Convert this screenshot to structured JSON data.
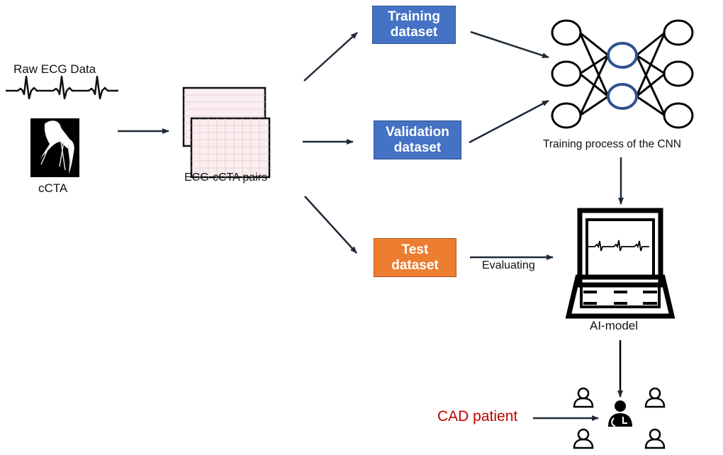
{
  "diagram": {
    "inputs": {
      "ecg_label": "Raw ECG Data",
      "ccta_label": "cCTA"
    },
    "pairs_label": "ECG-cCTA pairs",
    "datasets": {
      "training": {
        "line1": "Training",
        "line2": "dataset",
        "color": "#4472c4"
      },
      "validation": {
        "line1": "Validation",
        "line2": "dataset",
        "color": "#4472c4"
      },
      "test": {
        "line1": "Test",
        "line2": "dataset",
        "color": "#ed7d31"
      }
    },
    "cnn_label": "Training process of the CNN",
    "cnn_hidden_color": "#2f528f",
    "evaluating_label": "Evaluating",
    "model_label": "AI-model",
    "patient_label": "CAD patient",
    "patient_color": "#c00000"
  }
}
